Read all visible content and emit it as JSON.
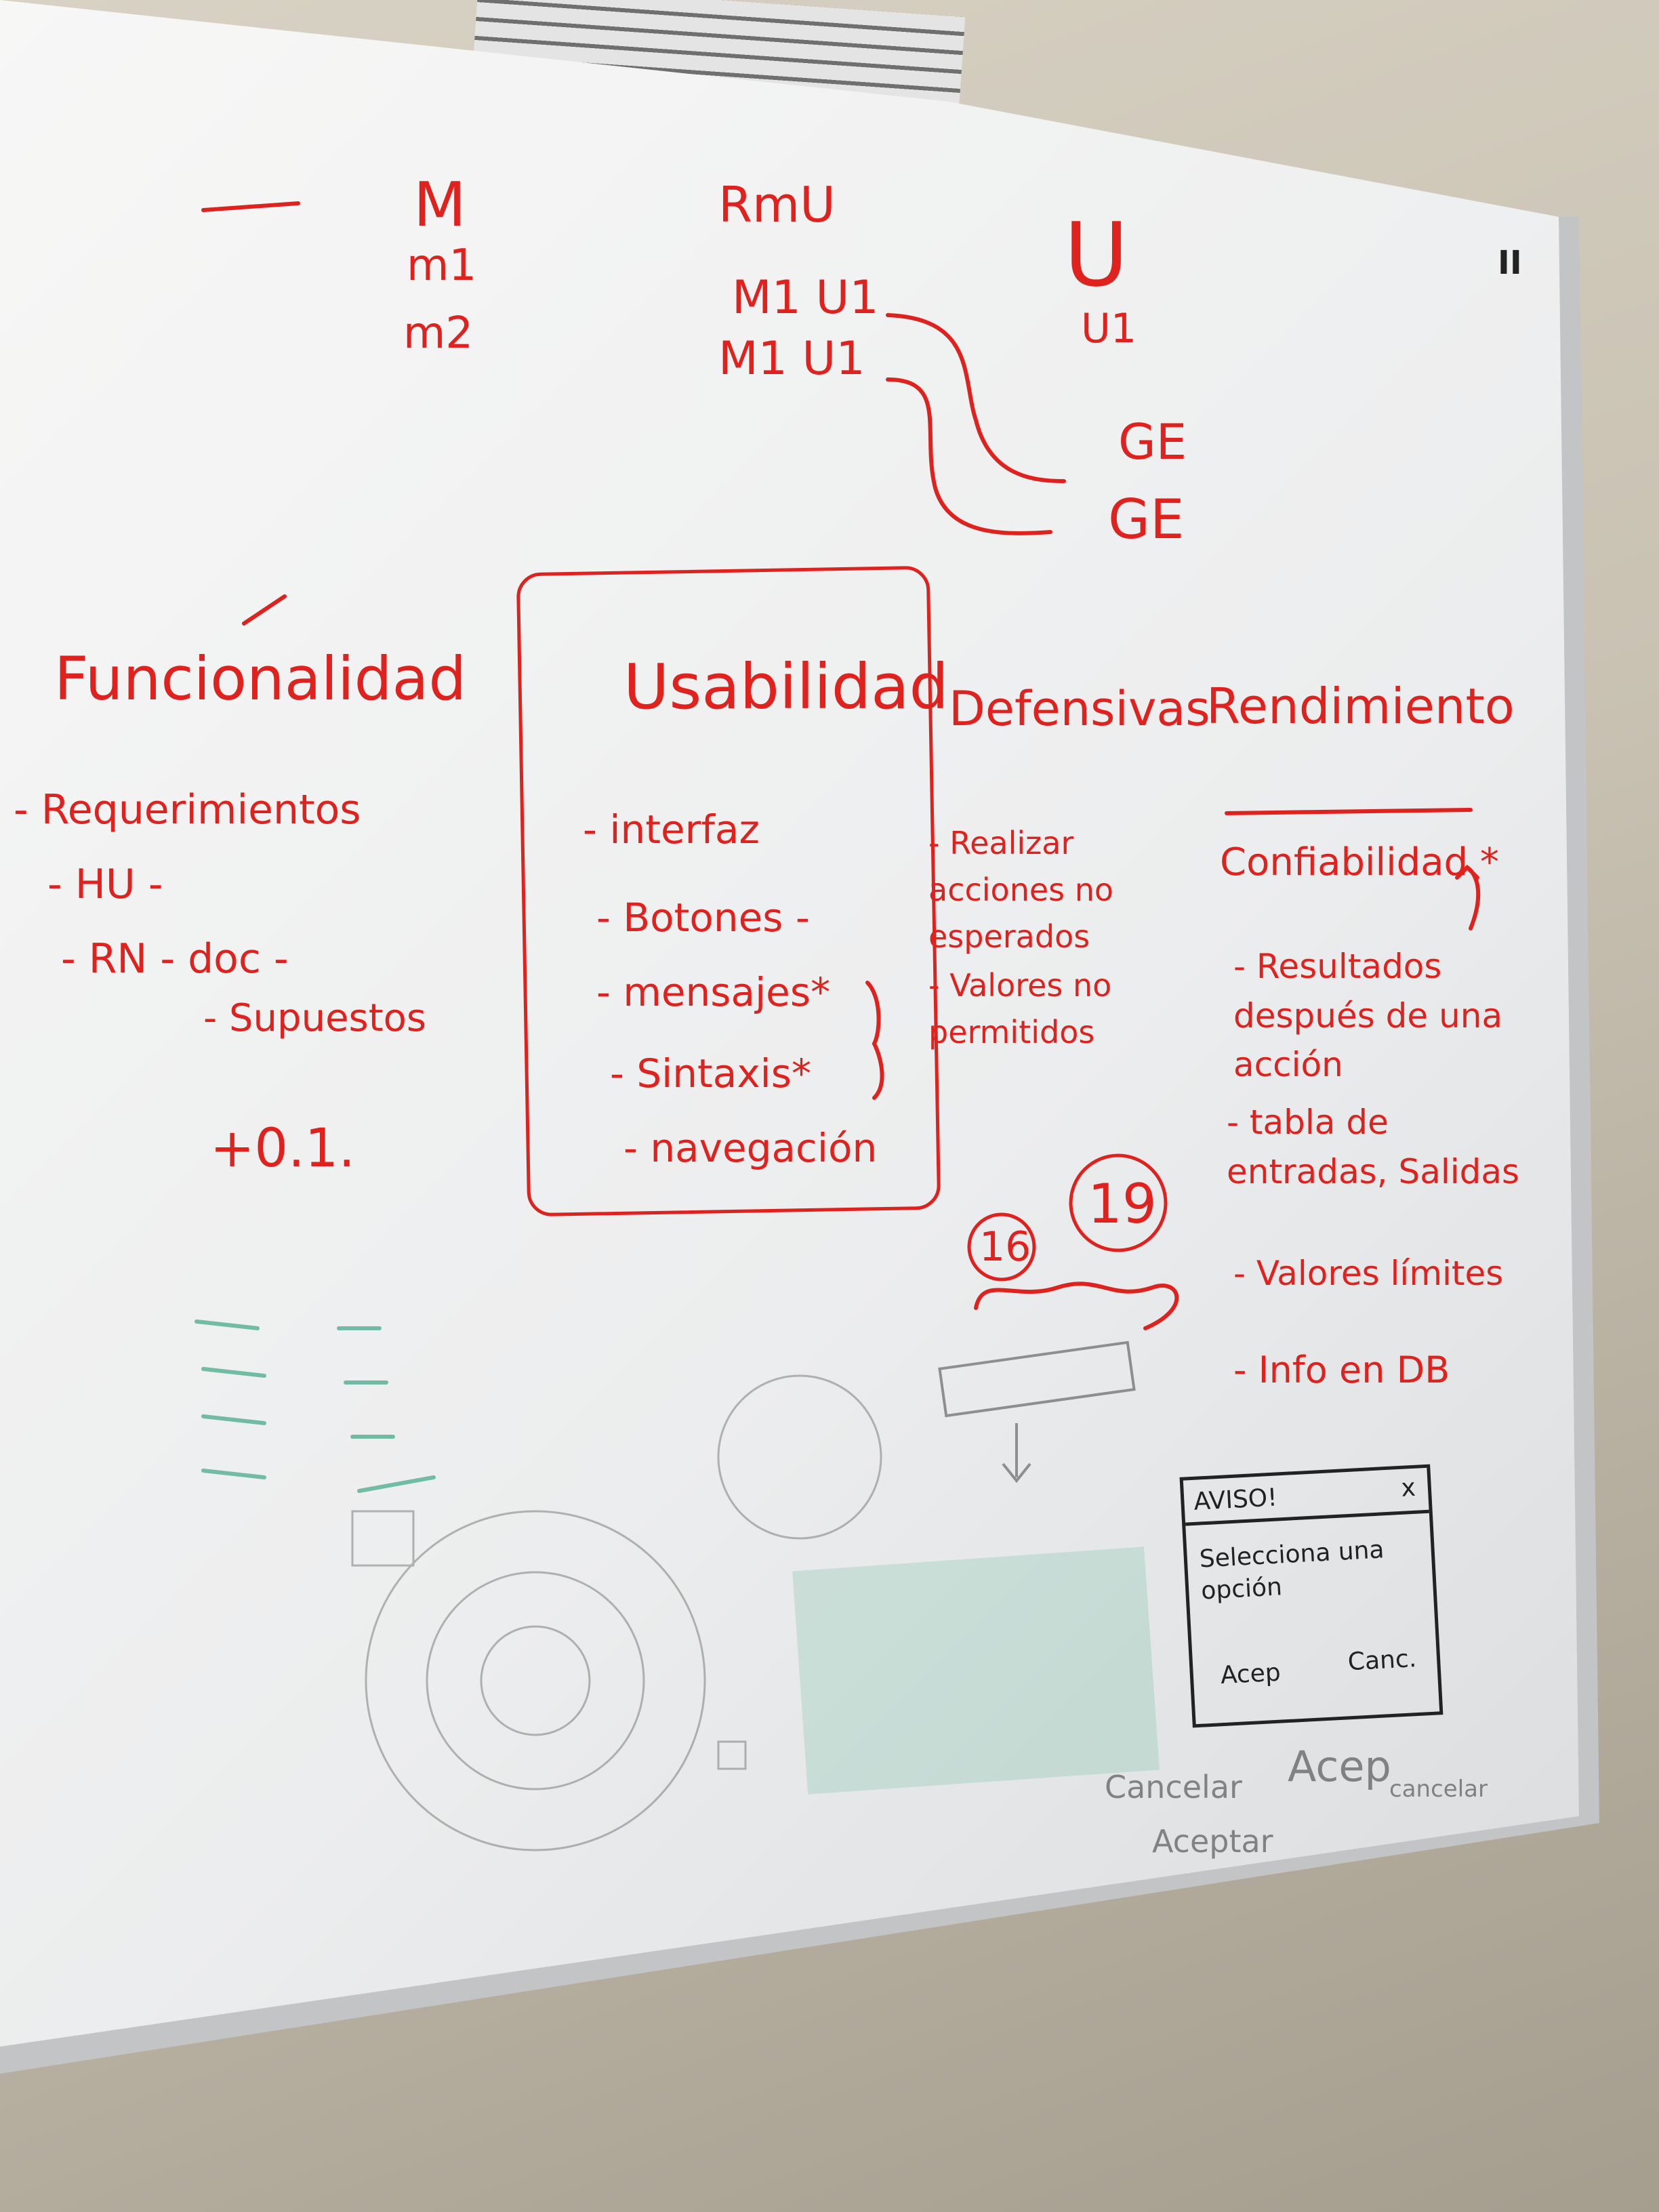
{
  "board": {
    "top": {
      "col1": [
        "M",
        "m1",
        "m2"
      ],
      "col2": [
        "RmU",
        "M1 U1",
        "M1 U1"
      ],
      "col3": [
        "U",
        "U1"
      ],
      "ge": [
        "GE",
        "GE"
      ],
      "page_mark": "II"
    },
    "headings": {
      "funcionalidad": "Funcionalidad",
      "usabilidad": "Usabilidad",
      "defensivas": "Defensivas",
      "rendimiento": "Rendimiento"
    },
    "funcionalidad_items": [
      "- Requerimientos",
      "- HU -",
      "- RN - doc -",
      "- Supuestos",
      "+0.1."
    ],
    "usabilidad_items": [
      "- interfaz",
      "- Botones -",
      "- mensajes*",
      "- Sintaxis*",
      "- navegación"
    ],
    "defensivas_items": [
      "- Realizar acciones no esperados",
      "- Valores no permitidos"
    ],
    "rendimiento_items": [
      "Confiabilidad *",
      "- Resultados después de una acción",
      "- tabla de entradas, Salidas",
      "- Valores límites",
      "- Info en DB"
    ],
    "numbers": [
      "16",
      "19"
    ],
    "popup": {
      "title": "AVISO!",
      "close": "x",
      "body": "Selecciona una opción",
      "accept": "Acep",
      "cancel": "Canc."
    },
    "footer_words": [
      "Cancelar",
      "Acep",
      "cancelar",
      "Aceptar"
    ],
    "colors": {
      "red_marker": "#e0221e",
      "green_marker": "#1f9a73",
      "black_marker": "#222222"
    }
  }
}
